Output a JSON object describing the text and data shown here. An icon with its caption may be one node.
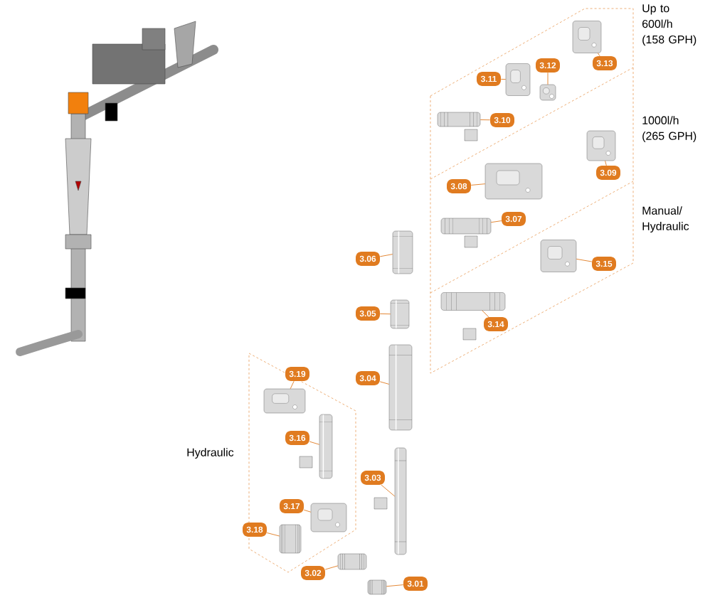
{
  "diagram": {
    "nodes": [
      {
        "text": [
          "3.13"
        ]
      },
      {
        "text": [],
        "shape": "picture"
      },
      {
        "text": [
          "3.12"
        ]
      },
      {
        "text": [],
        "shape": "picture"
      },
      {
        "text": [
          "3.11"
        ]
      },
      {
        "text": [],
        "shape": "picture"
      },
      {
        "text": [
          "3.10"
        ]
      },
      {
        "text": [],
        "shape": "picture"
      },
      {
        "text": [
          "3.09"
        ]
      },
      {
        "text": [],
        "shape": "picture"
      },
      {
        "text": [
          "3.08"
        ]
      },
      {
        "text": [],
        "shape": "picture"
      },
      {
        "text": [
          "3.07"
        ]
      },
      {
        "text": [],
        "shape": "picture"
      },
      {
        "text": [
          "3.06"
        ]
      },
      {
        "text": [],
        "shape": "picture"
      },
      {
        "text": [
          "3.15"
        ]
      },
      {
        "text": [],
        "shape": "picture"
      },
      {
        "text": [
          "3.05"
        ]
      },
      {
        "text": [],
        "shape": "picture"
      },
      {
        "text": [
          "3.14"
        ]
      },
      {
        "text": [],
        "shape": "picture"
      },
      {
        "text": [
          "3.19"
        ]
      },
      {
        "text": [],
        "shape": "picture"
      },
      {
        "text": [
          "3.04"
        ]
      },
      {
        "text": [],
        "shape": "picture"
      },
      {
        "text": [
          "3.16"
        ]
      },
      {
        "text": [],
        "shape": "picture"
      },
      {
        "text": [
          "3.03"
        ]
      },
      {
        "text": [],
        "shape": "picture"
      },
      {
        "text": [
          "3.17"
        ]
      },
      {
        "text": [],
        "shape": "picture"
      },
      {
        "text": [
          "3.18"
        ]
      },
      {
        "text": [],
        "shape": "picture"
      },
      {
        "text": [
          "3.02"
        ]
      },
      {
        "text": [],
        "shape": "picture"
      },
      {
        "text": [
          "3.01"
        ]
      },
      {
        "text": [],
        "shape": "picture"
      }
    ],
    "edges": [
      {
        "from": 0,
        "to": 1,
        "arrow": "none"
      },
      {
        "from": 2,
        "to": 3,
        "arrow": "none"
      },
      {
        "from": 4,
        "to": 5,
        "arrow": "none"
      },
      {
        "from": 6,
        "to": 7,
        "arrow": "none"
      },
      {
        "from": 8,
        "to": 9,
        "arrow": "none"
      },
      {
        "from": 10,
        "to": 11,
        "arrow": "none"
      },
      {
        "from": 12,
        "to": 13,
        "arrow": "none"
      },
      {
        "from": 14,
        "to": 15,
        "arrow": "none"
      },
      {
        "from": 16,
        "to": 17,
        "arrow": "none"
      },
      {
        "from": 18,
        "to": 19,
        "arrow": "none"
      },
      {
        "from": 20,
        "to": 21,
        "arrow": "none"
      },
      {
        "from": 22,
        "to": 23,
        "arrow": "none"
      },
      {
        "from": 24,
        "to": 25,
        "arrow": "none"
      },
      {
        "from": 26,
        "to": 27,
        "arrow": "none"
      },
      {
        "from": 28,
        "to": 29,
        "arrow": "none"
      },
      {
        "from": 30,
        "to": 31,
        "arrow": "none"
      },
      {
        "from": 32,
        "to": 33,
        "arrow": "none"
      },
      {
        "from": 34,
        "to": 35,
        "arrow": "none"
      },
      {
        "from": 36,
        "to": 37,
        "arrow": "none"
      }
    ],
    "labels": [
      "Up to 600l/h (158 GPH)",
      "1000l/h (265 GPH)",
      "Manual/ Hydraulic",
      "Hydraulic"
    ]
  }
}
